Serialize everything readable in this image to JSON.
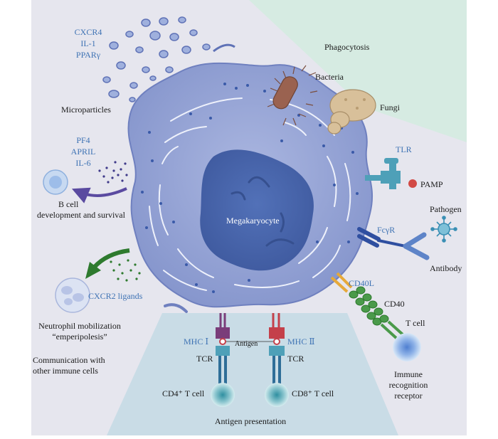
{
  "labels": {
    "microparticle_factors": [
      "CXCR4",
      "IL-1",
      "PPARγ"
    ],
    "microparticles": "Microparticles",
    "phagocytosis": "Phagocytosis",
    "bacteria": "Bacteria",
    "fungi": "Fungi",
    "bcell_factors": [
      "PF4",
      "APRIL",
      "IL-6"
    ],
    "bcell_line1": "B cell",
    "bcell_line2": "development and survival",
    "tlr": "TLR",
    "pamp": "PAMP",
    "megakaryocyte": "Megakaryocyte",
    "pathogen": "Pathogen",
    "fcgr": "FcγR",
    "antibody": "Antibody",
    "cxcr2": "CXCR2 ligands",
    "cd40l": "CD40L",
    "cd40": "CD40",
    "neutrophil_line1": "Neutrophil mobilization",
    "neutrophil_line2": "“emperipolesis”",
    "tcell": "T cell",
    "comm_line1": "Communication with",
    "comm_line2": "other immune cells",
    "mhc1": "MHC Ⅰ",
    "mhc2": "MHC Ⅱ",
    "antigen": "Antigen",
    "tcr1": "TCR",
    "tcr2": "TCR",
    "cd4": "CD4⁺ T cell",
    "cd8": "CD8⁺ T cell",
    "immune_line1": "Immune",
    "immune_line2": "recognition",
    "immune_line3": "receptor",
    "antigen_presentation": "Antigen presentation"
  },
  "colors": {
    "panel_left": "#e6e6ee",
    "panel_right": "#d6ebe2",
    "panel_bottom": "#c9dce6",
    "cell_body": "#8f9ed2",
    "cell_outline": "#6f80bf",
    "nucleus": "#4a66ad",
    "label_blue": "#3f73b4"
  }
}
